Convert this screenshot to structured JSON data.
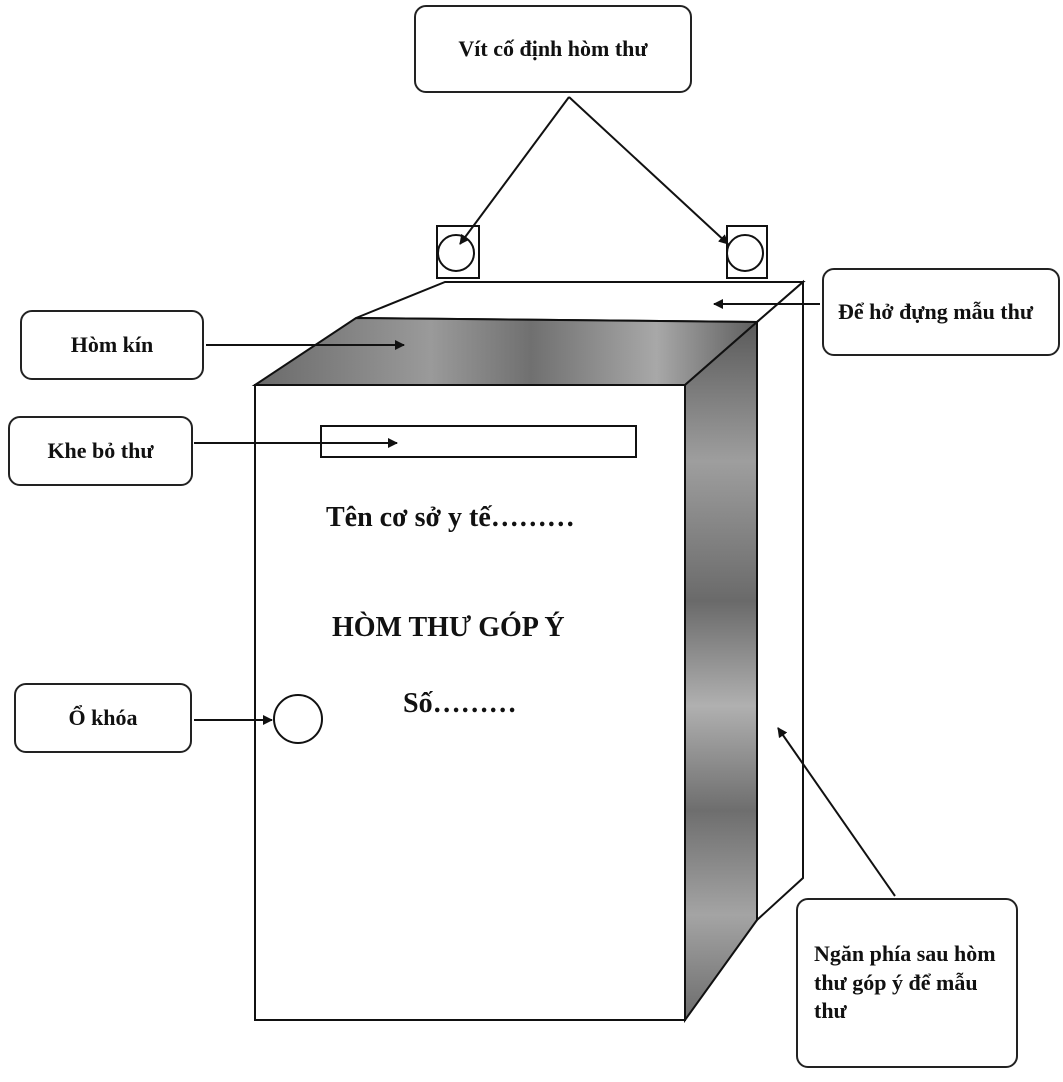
{
  "diagram": {
    "callouts": {
      "screws": "Vít cố định hòm thư",
      "sealed_box": "Hòm kín",
      "slot": "Khe bỏ thư",
      "lock": "Ổ khóa",
      "open_top": "Để hở đựng mẫu thư",
      "back_compartment": "Ngăn phía sau hòm thư góp ý để mẫu thư"
    },
    "box_front": {
      "facility": "Tên cơ sở y tế………",
      "title": "HÒM THƯ GÓP Ý",
      "number": "Số………"
    },
    "colors": {
      "line": "#111111",
      "shade_dark": "#5a5a5a",
      "shade_light": "#b5b5b5",
      "background": "#ffffff"
    }
  }
}
